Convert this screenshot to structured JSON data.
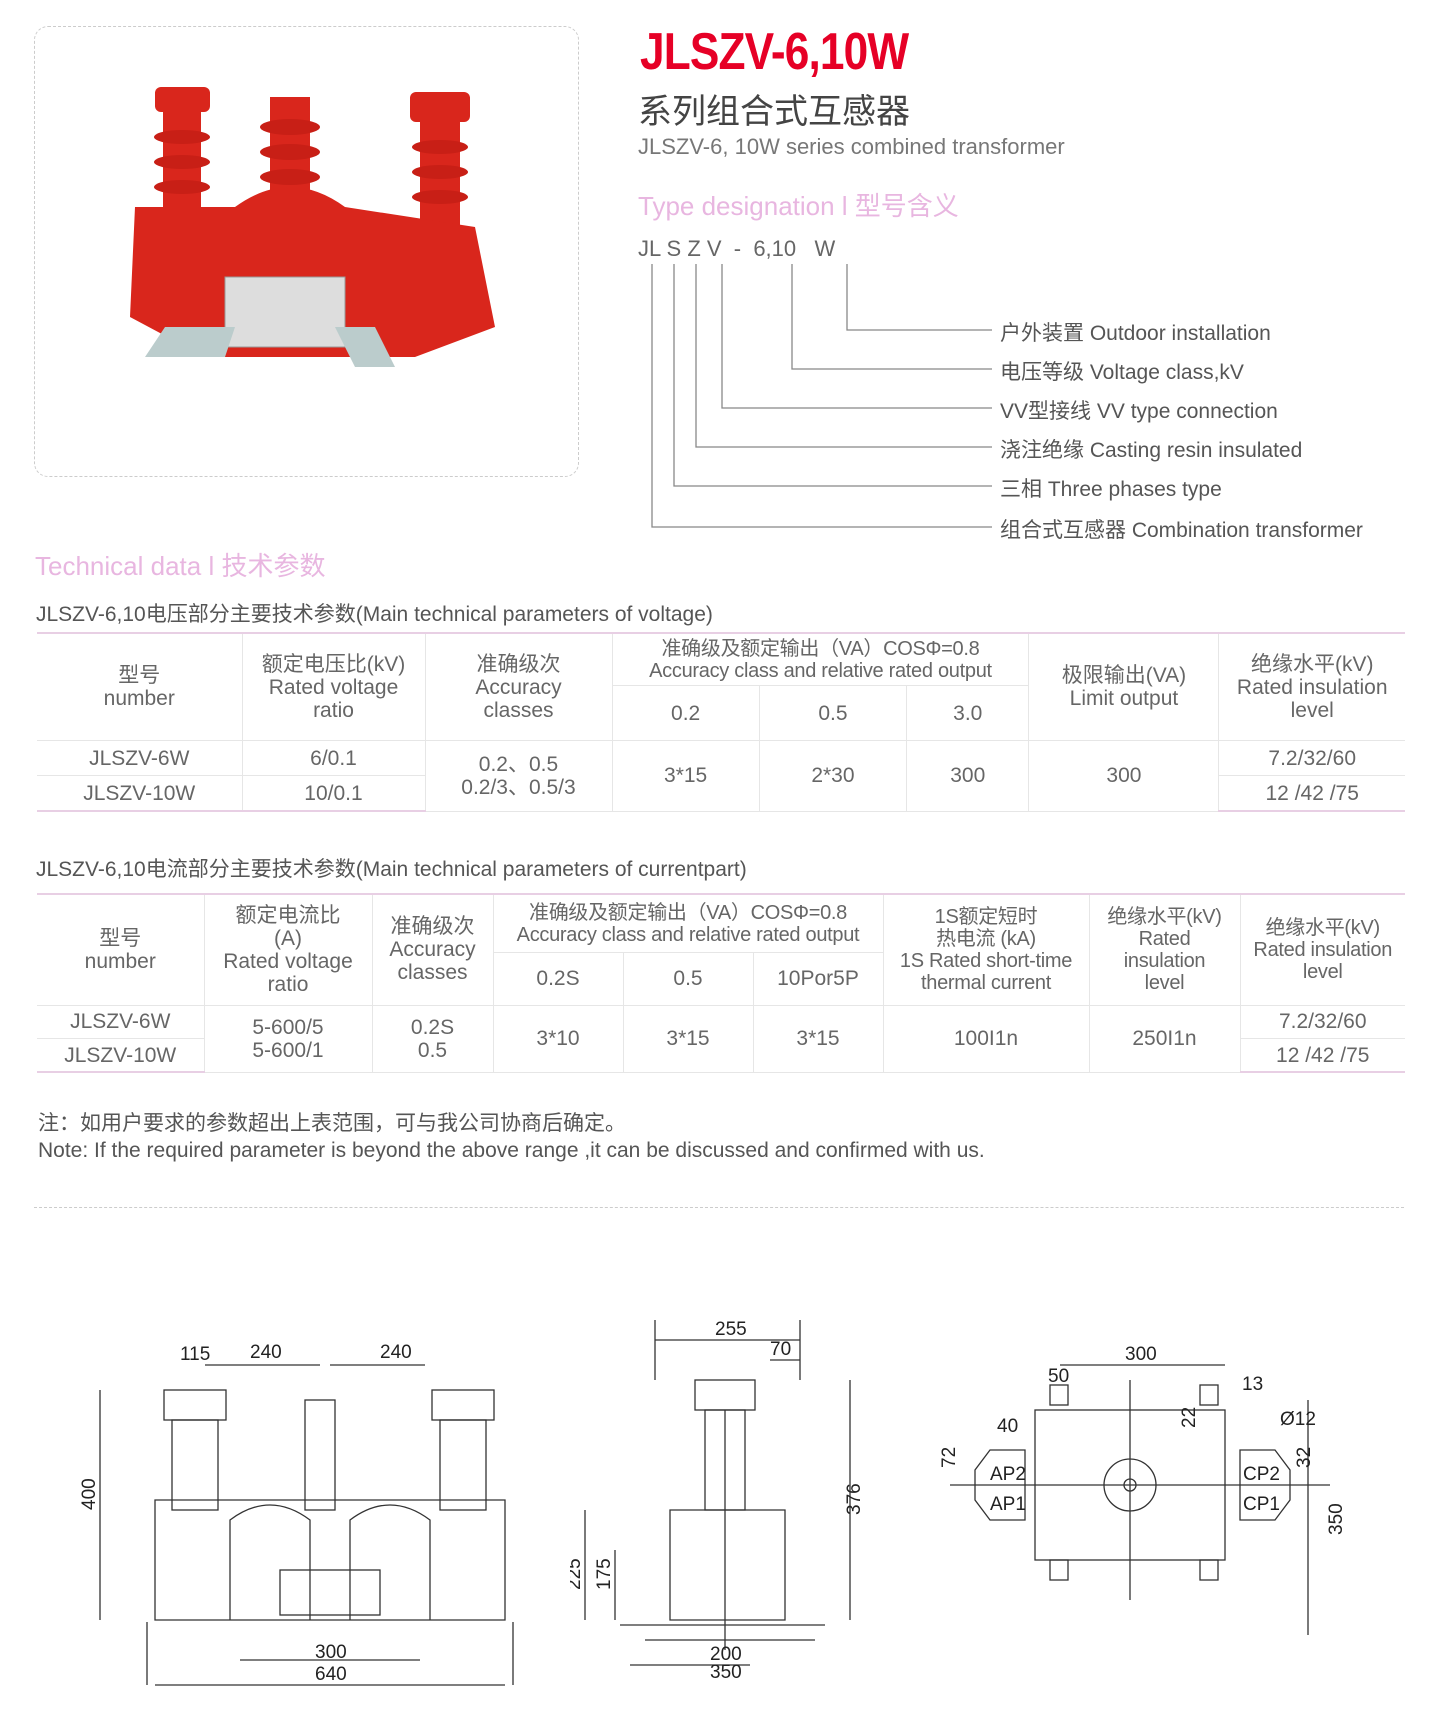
{
  "header": {
    "title": "JLSZV-6,10W",
    "subtitle_cn": "系列组合式互感器",
    "subtitle_en": "JLSZV-6, 10W series combined transformer"
  },
  "type_designation": {
    "heading": "Type designation l 型号含义",
    "code": "JL S Z V  -  6,10   W",
    "legend": [
      "户外装置 Outdoor installation",
      "电压等级 Voltage class,kV",
      "VV型接线  VV type connection",
      "浇注绝缘 Casting resin insulated",
      "三相 Three phases type",
      "组合式互感器 Combination transformer"
    ]
  },
  "technical": {
    "heading": "Technical data l 技术参数",
    "voltage": {
      "title": "JLSZV-6,10电压部分主要技术参数(Main technical parameters of voltage)",
      "headers": {
        "number": "型号\nnumber",
        "ratio": "额定电压比(kV)\nRated voltage\nratio",
        "acc": "准确级次\nAccuracy\nclasses",
        "output": "准确级及额定输出（VA）COSΦ=0.8\nAccuracy class and relative rated output",
        "limit": "极限输出(VA)\nLimit output",
        "ins": "绝缘水平(kV)\nRated insulation\nlevel",
        "sub": [
          "0.2",
          "0.5",
          "3.0"
        ]
      },
      "rows": [
        {
          "model": "JLSZV-6W",
          "ratio": "6/0.1",
          "ins": "7.2/32/60"
        },
        {
          "model": "JLSZV-10W",
          "ratio": "10/0.1",
          "ins": "12 /42 /75"
        }
      ],
      "acc": "0.2、0.5\n0.2/3、0.5/3",
      "out": [
        "3*15",
        "2*30",
        "300"
      ],
      "limit": "300"
    },
    "current": {
      "title": "JLSZV-6,10电流部分主要技术参数(Main technical parameters of currentpart)",
      "headers": {
        "number": "型号\nnumber",
        "ratio": "额定电流比\n(A)\nRated voltage\nratio",
        "acc": "准确级次\nAccuracy\nclasses",
        "output": "准确级及额定输出（VA）COSΦ=0.8\nAccuracy class and relative rated output",
        "thermal": "1S额定短时\n热电流 (kA)\n1S Rated short-time\nthermal current",
        "dyn": "绝缘水平(kV)\nRated\ninsulation\nlevel",
        "ins": "绝缘水平(kV)\nRated insulation\nlevel",
        "sub": [
          "0.2S",
          "0.5",
          "10Por5P"
        ]
      },
      "rows": [
        {
          "model": "JLSZV-6W",
          "ins": "7.2/32/60"
        },
        {
          "model": "JLSZV-10W",
          "ins": "12 /42 /75"
        }
      ],
      "ratio": "5-600/5\n5-600/1",
      "acc": "0.2S\n0.5",
      "out": [
        "3*10",
        "3*15",
        "3*15"
      ],
      "thermal": "100I1n",
      "dyn": "250I1n"
    }
  },
  "notes": [
    "注：如用户要求的参数超出上表范围，可与我公司协商后确定。",
    "Note: If the required parameter is beyond the above range ,it can be discussed and confirmed with us."
  ],
  "drawings": {
    "front": [
      "115",
      "240",
      "240",
      "400",
      "300",
      "640"
    ],
    "side": [
      "255",
      "70",
      "376",
      "225",
      "175",
      "200",
      "350"
    ],
    "top": [
      "300",
      "50",
      "13",
      "40",
      "22",
      "Ø12",
      "72",
      "32",
      "350",
      "AP2",
      "AP1",
      "CP2",
      "CP1"
    ]
  }
}
